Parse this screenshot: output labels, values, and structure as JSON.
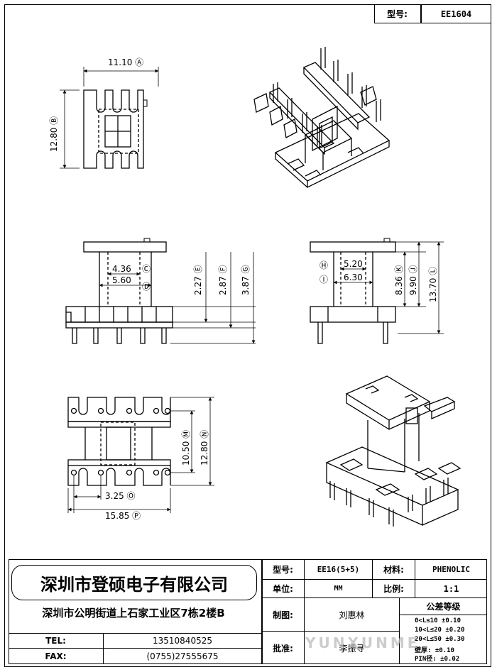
{
  "top_model_label": "型号:",
  "top_model_value": "EE1604",
  "dims": {
    "top_width": "11.10 Ⓐ",
    "top_height": "12.80 Ⓑ",
    "c": "4.36",
    "c_mark": "Ⓒ",
    "d": "5.60",
    "d_mark": "Ⓓ",
    "e": "2.27 Ⓔ",
    "f": "2.87 Ⓕ",
    "g": "3.87 Ⓖ",
    "h": "5.20",
    "h_mark": "Ⓗ",
    "i": "6.30",
    "i_mark": "Ⓘ",
    "k": "8.36 Ⓚ",
    "j": "9.90 Ⓙ",
    "l": "13.70 Ⓛ",
    "m": "10.50 Ⓜ",
    "n": "12.80 Ⓝ",
    "o": "3.25 Ⓞ",
    "p": "15.85 Ⓟ"
  },
  "title_block": {
    "company": "深圳市登硕电子有限公司",
    "address": "深圳市公明街道上石家工业区7栋2楼B",
    "tel_label": "TEL:",
    "tel_value": "13510840525",
    "fax_label": "FAX:",
    "fax_value": "(0755)27555675",
    "model_label": "型号:",
    "model_value": "EE16(5+5)",
    "material_label": "材料:",
    "material_value": "PHENOLIC",
    "unit_label": "单位:",
    "unit_value": "MM",
    "scale_label": "比例:",
    "scale_value": "1:1",
    "drawn_label": "制图:",
    "drawn_value": "刘惠林",
    "approve_label": "批准:",
    "approve_value": "李振寻",
    "tolerance_title": "公差等级",
    "tolerances": [
      "0<L≤10    ±0.10",
      "10<L≤20   ±0.20",
      "20<L≤50   ±0.30",
      "壁厚:     ±0.10",
      "PIN径:    ±0.02"
    ],
    "watermark": "YUNXUNME"
  }
}
